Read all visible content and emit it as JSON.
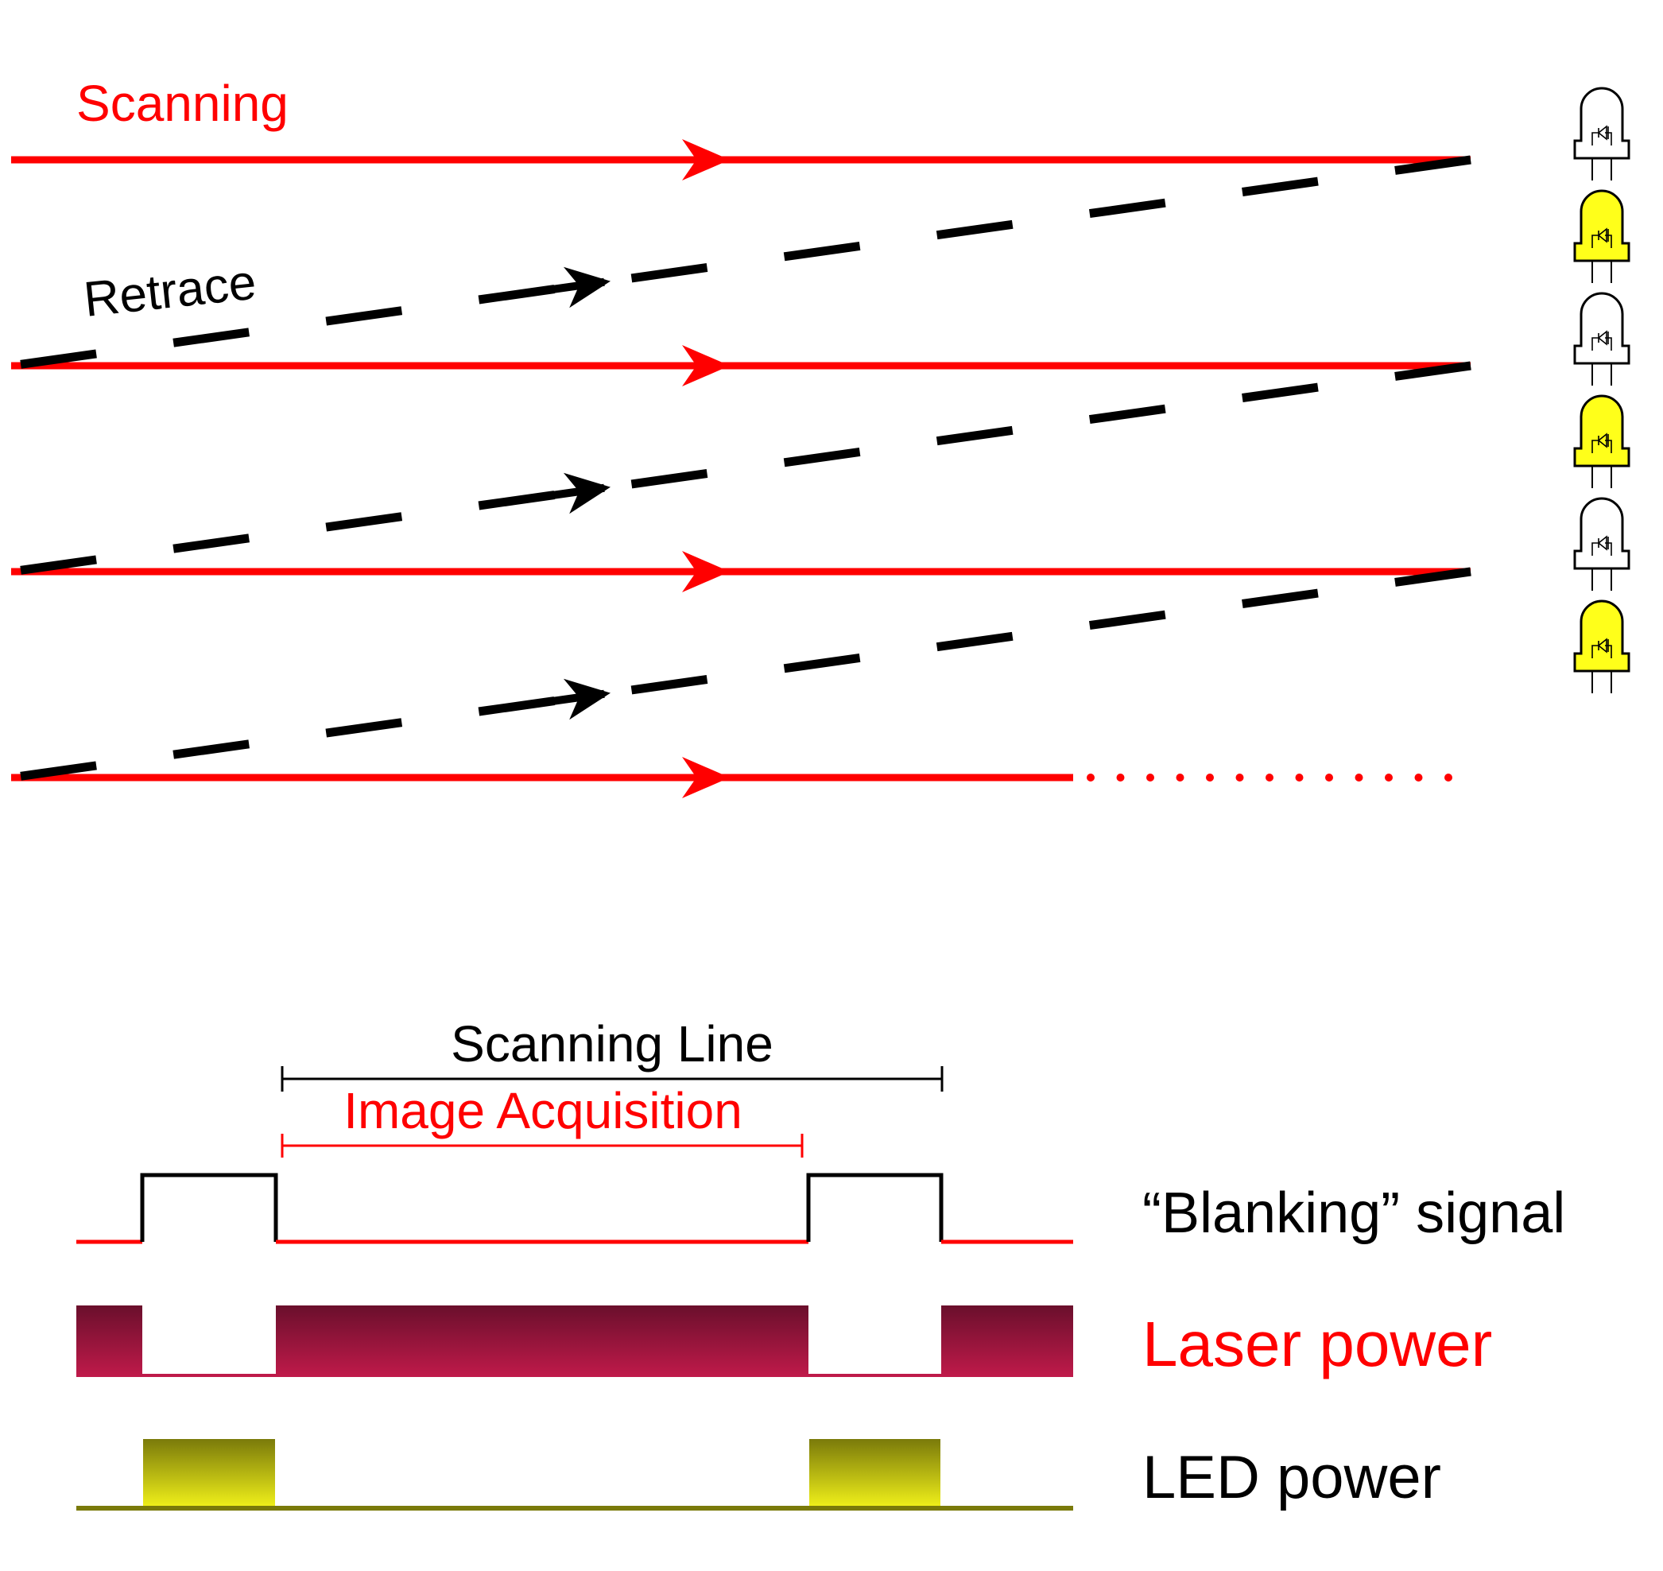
{
  "colors": {
    "scan": "#ff0000",
    "retrace": "#000000",
    "led_on": "#ffff1a",
    "led_off": "#ffffff",
    "led_outline": "#000000",
    "laser_dark": "#6a0f2c",
    "laser_light": "#c01a4a",
    "led_dark": "#7a7a0a",
    "led_light": "#f2f21a",
    "black": "#000000"
  },
  "scan_pattern": {
    "scanning_label": "Scanning",
    "retrace_label": "Retrace",
    "scan_lines": 4,
    "retrace_lines": 3,
    "last_line_continues": true,
    "led_indicators": [
      {
        "state": "off",
        "icon": "led-icon"
      },
      {
        "state": "on",
        "icon": "led-icon"
      },
      {
        "state": "off",
        "icon": "led-icon"
      },
      {
        "state": "on",
        "icon": "led-icon"
      },
      {
        "state": "off",
        "icon": "led-icon"
      },
      {
        "state": "on",
        "icon": "led-icon"
      }
    ]
  },
  "timing": {
    "scanning_line_label": "Scanning Line",
    "image_acquisition_label": "Image Acquisition",
    "blanking_label": "“Blanking” signal",
    "laser_label": "Laser power",
    "led_label": "LED power"
  }
}
